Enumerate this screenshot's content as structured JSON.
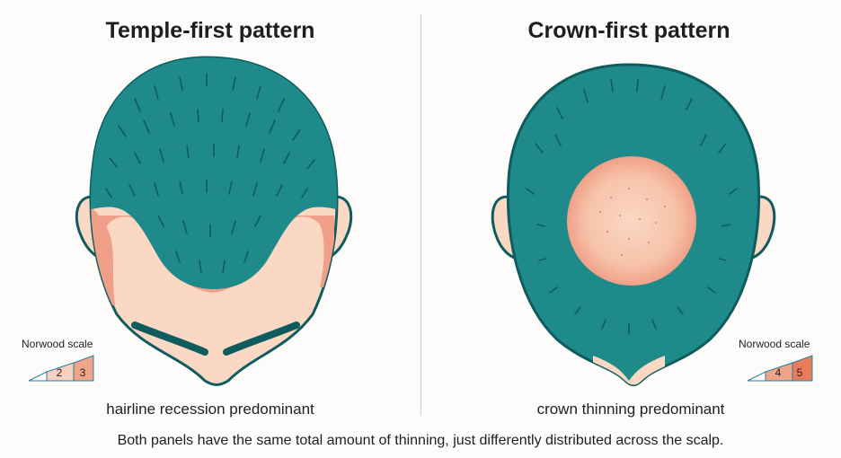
{
  "panels": [
    {
      "title": "Temple-first pattern",
      "caption": "hairline recession predominant",
      "scale_label": "Norwood scale",
      "scale_stages": [
        "2",
        "3"
      ]
    },
    {
      "title": "Crown-first pattern",
      "caption": "crown thinning predominant",
      "scale_label": "Norwood scale",
      "scale_stages": [
        "4",
        "5"
      ]
    }
  ],
  "footer": "Both panels have the same total amount of thinning, just differently distributed across the scalp.",
  "colors": {
    "hair": "#1e8a8a",
    "hair_dark": "#0f5c5e",
    "skin": "#fad8c4",
    "thinning": "#f0a088",
    "scale_light": "#f8d2c0",
    "scale_mid": "#f0a488",
    "scale_strong": "#ea7c5e"
  }
}
